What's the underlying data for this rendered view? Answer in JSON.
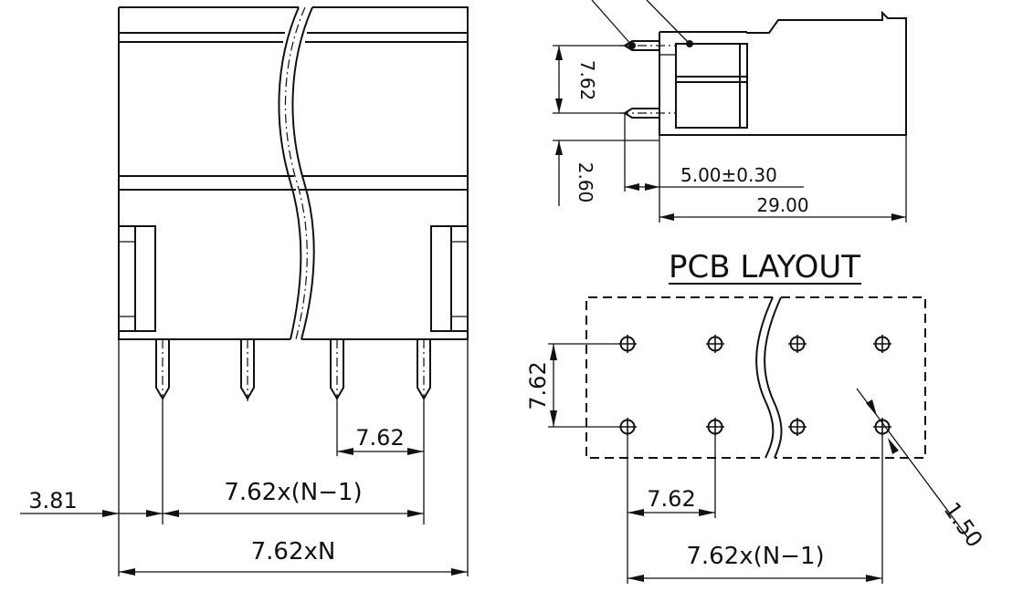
{
  "labels": {
    "pitch_top": "7.62",
    "offset_side": "2.60",
    "pin_length": "5.00±0.30",
    "depth": "29.00",
    "pcb_title": "PCB LAYOUT",
    "pcb_pitch_v": "7.62",
    "pcb_pitch_h": "7.62",
    "pcb_span": "7.62x(N−1)",
    "hole_dia": "1.50",
    "front_pitch": "7.62",
    "front_span": "7.62x(N−1)",
    "front_edge": "3.81",
    "front_total": "7.62xN"
  },
  "colors": {
    "ink": "#111111",
    "paper": "#ffffff"
  }
}
